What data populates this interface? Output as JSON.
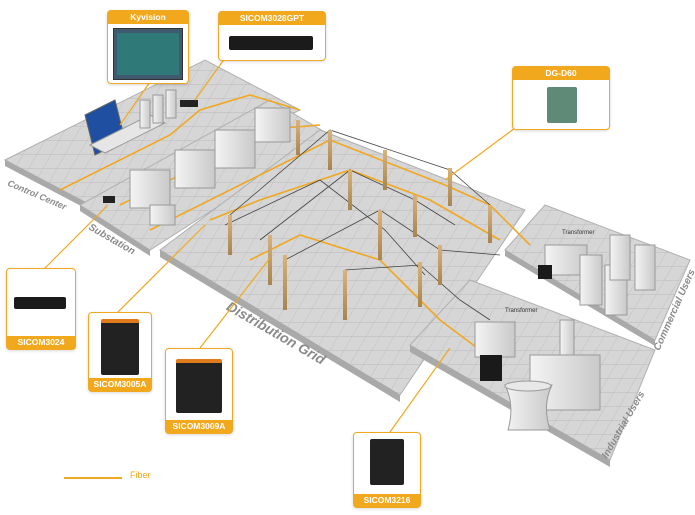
{
  "zones": {
    "control_center": "Control Center",
    "substation": "Substation",
    "distribution_grid": "Distribution Grid",
    "commercial_users": "Commercial Users",
    "industrial_users": "Industrial Users"
  },
  "transformer_labels": [
    "Transformer",
    "Transformer"
  ],
  "devices": {
    "kyvision": "Kyvision",
    "sicom3028gpt": "SICOM3028GPT",
    "dg_d60": "DG-D60",
    "sicom3024": "SICOM3024",
    "sicom3005a": "SICOM3005A",
    "sicom3009a": "SICOM3009A",
    "sicom3216": "SICOM3216"
  },
  "legend": {
    "fiber_label": "Fiber"
  },
  "colors": {
    "fiber": "#f0a820",
    "platform": "#cfcfcf",
    "grid_line": "#b8b8b8"
  }
}
